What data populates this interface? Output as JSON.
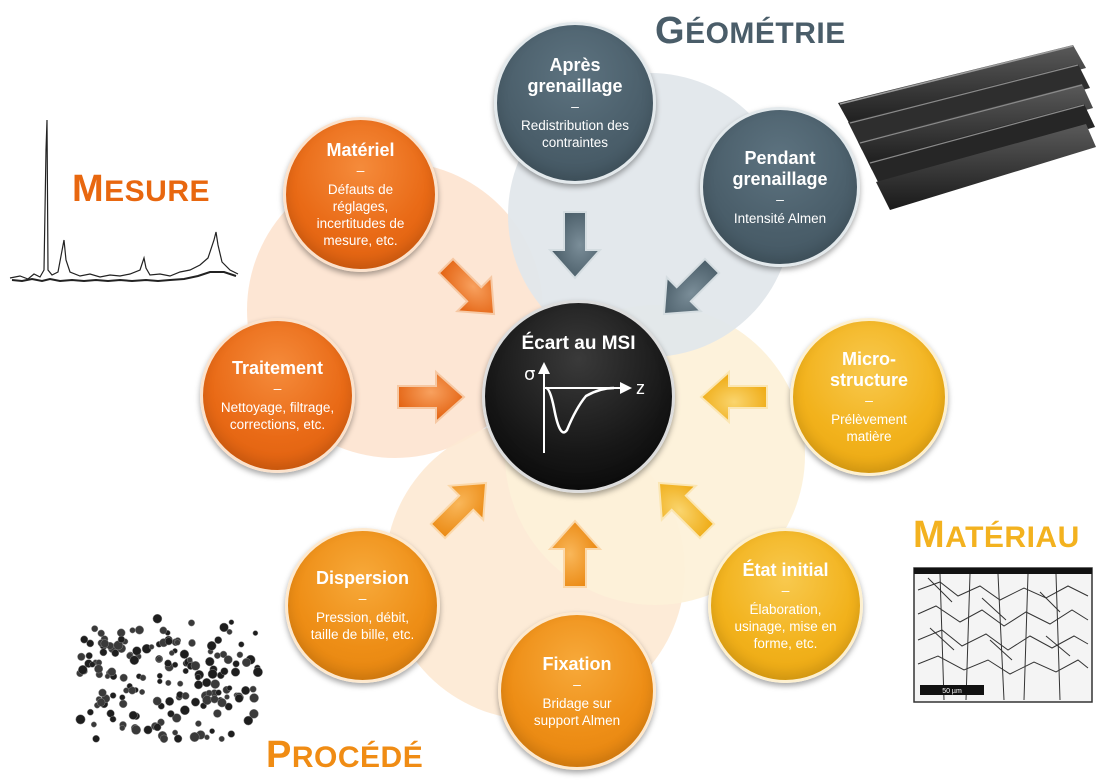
{
  "categories": {
    "mesure": "MESURE",
    "geometrie": "GÉOMÉTRIE",
    "materiau": "MATÉRIAU",
    "procede": "PROCÉDÉ"
  },
  "center": {
    "title": "Écart au MSI",
    "axis_y": "σ",
    "axis_x": "z"
  },
  "nodes": {
    "materiel": {
      "title": "Matériel",
      "dash": "–",
      "desc": "Défauts de réglages, incertitudes de mesure, etc."
    },
    "traitement": {
      "title": "Traitement",
      "dash": "–",
      "desc": "Nettoyage, filtrage, corrections, etc."
    },
    "dispersion": {
      "title": "Dispersion",
      "dash": "–",
      "desc": "Pression, débit, taille de bille, etc."
    },
    "fixation": {
      "title": "Fixation",
      "dash": "–",
      "desc": "Bridage sur support Almen"
    },
    "etat_initial": {
      "title": "État initial",
      "dash": "–",
      "desc": "Élaboration, usinage, mise en forme, etc."
    },
    "microstructure": {
      "title": "Micro-structure",
      "dash": "–",
      "desc": "Prélèvement matière"
    },
    "pendant": {
      "title": "Pendant grenaillage",
      "dash": "–",
      "desc": "Intensité Almen"
    },
    "apres": {
      "title": "Après grenaillage",
      "dash": "–",
      "desc": "Redistribution des contraintes"
    }
  },
  "micrograph_scale": "50 µm",
  "colors": {
    "mesure": "#e8670f",
    "geometrie": "#4a5d69",
    "materiau": "#f3b21f",
    "procede": "#f08c14"
  }
}
